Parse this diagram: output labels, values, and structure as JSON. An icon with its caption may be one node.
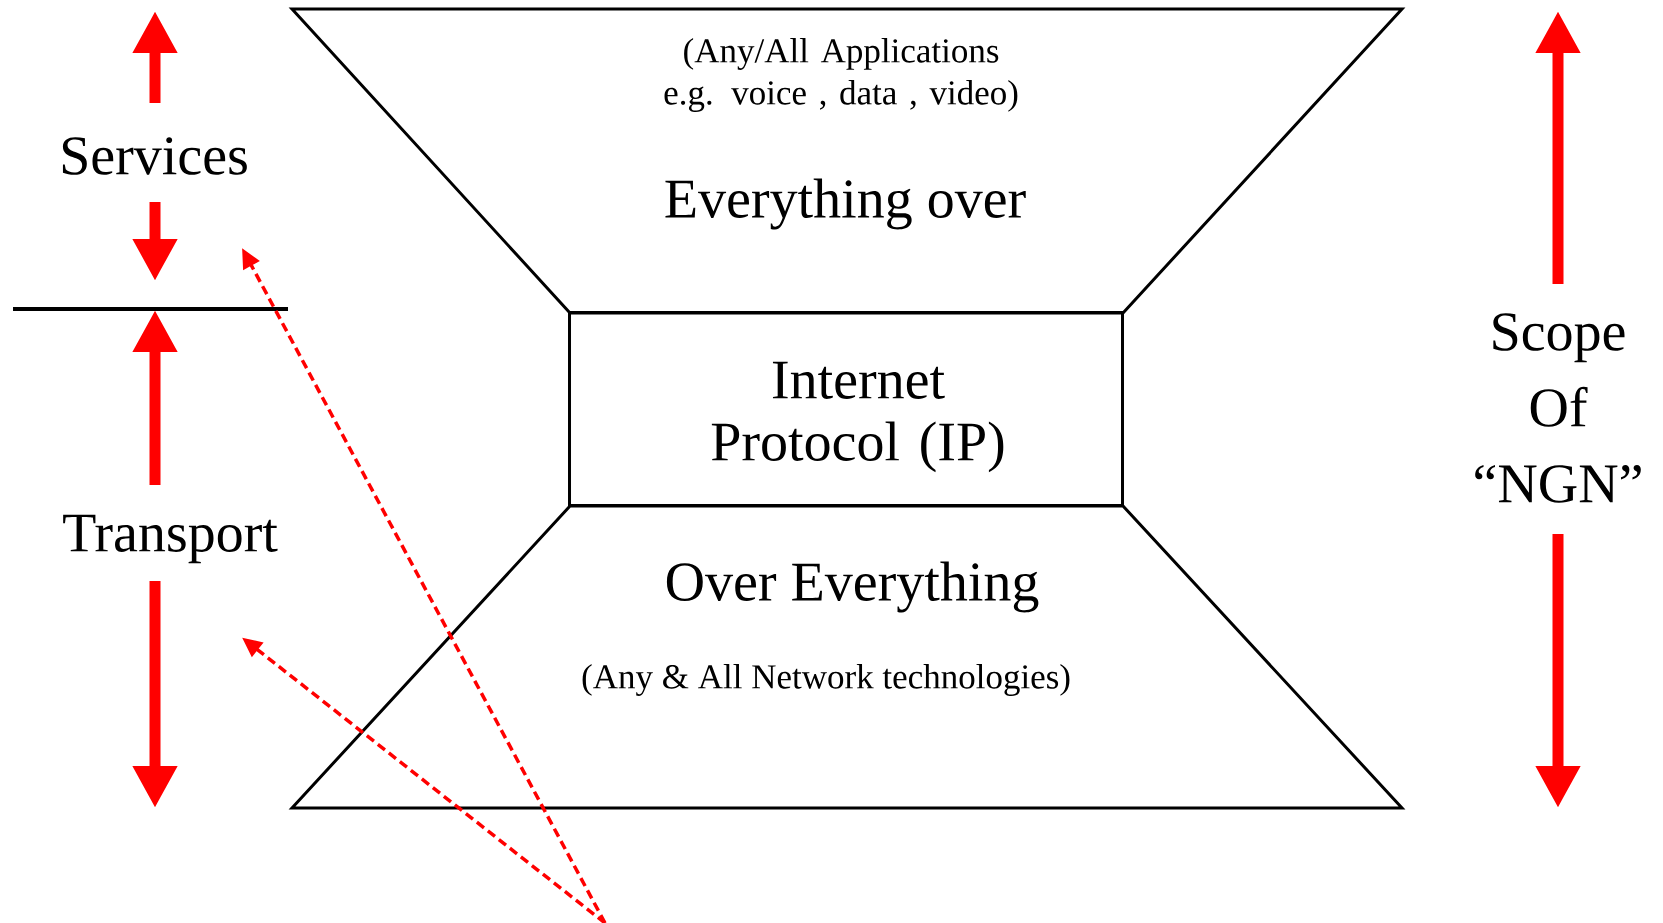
{
  "diagram": {
    "nodes": [
      {
        "text": [
          "(Any/All Applications e.g. voice , data , video)",
          "Everything over"
        ]
      },
      {
        "text": [
          "Internet Protocol (IP)"
        ]
      },
      {
        "text": [
          "Over Everything",
          "(Any & All Network technologies)"
        ]
      },
      {
        "text": [
          "Services"
        ]
      },
      {
        "text": [
          "Transport"
        ]
      }
    ],
    "edges": [
      {
        "from": null,
        "to": 3,
        "arrow": "to",
        "style": "dashed"
      },
      {
        "from": null,
        "to": 4,
        "arrow": "to",
        "style": "dashed"
      }
    ],
    "labels": [
      "Scope Of “NGN”"
    ]
  }
}
